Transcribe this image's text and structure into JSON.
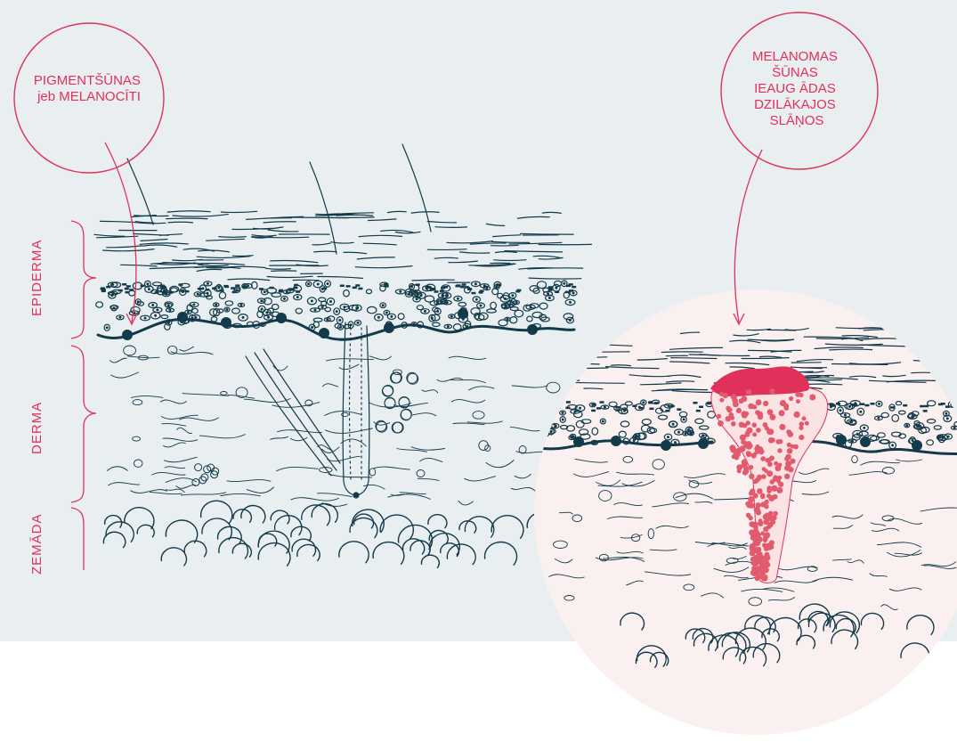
{
  "colors": {
    "background_panel": "#e9eef0",
    "zoom_circle": "#fbf0f0",
    "accent": "#e0315a",
    "ink": "#123a4a",
    "melanoma_dots": "#e25a6e"
  },
  "callouts": {
    "left": {
      "lines": [
        "PIGMENTŠŪNAS",
        "jeb MELANOCĪTI"
      ]
    },
    "right": {
      "lines": [
        "MELANOMAS",
        "ŠŪNAS",
        "IEAUG ĀDAS",
        "DZILĀKAJOS",
        "SLĀŅOS"
      ]
    }
  },
  "layers": [
    {
      "label": "EPIDERMA"
    },
    {
      "label": "DERMA"
    },
    {
      "label": "ZEMĀDA"
    }
  ]
}
